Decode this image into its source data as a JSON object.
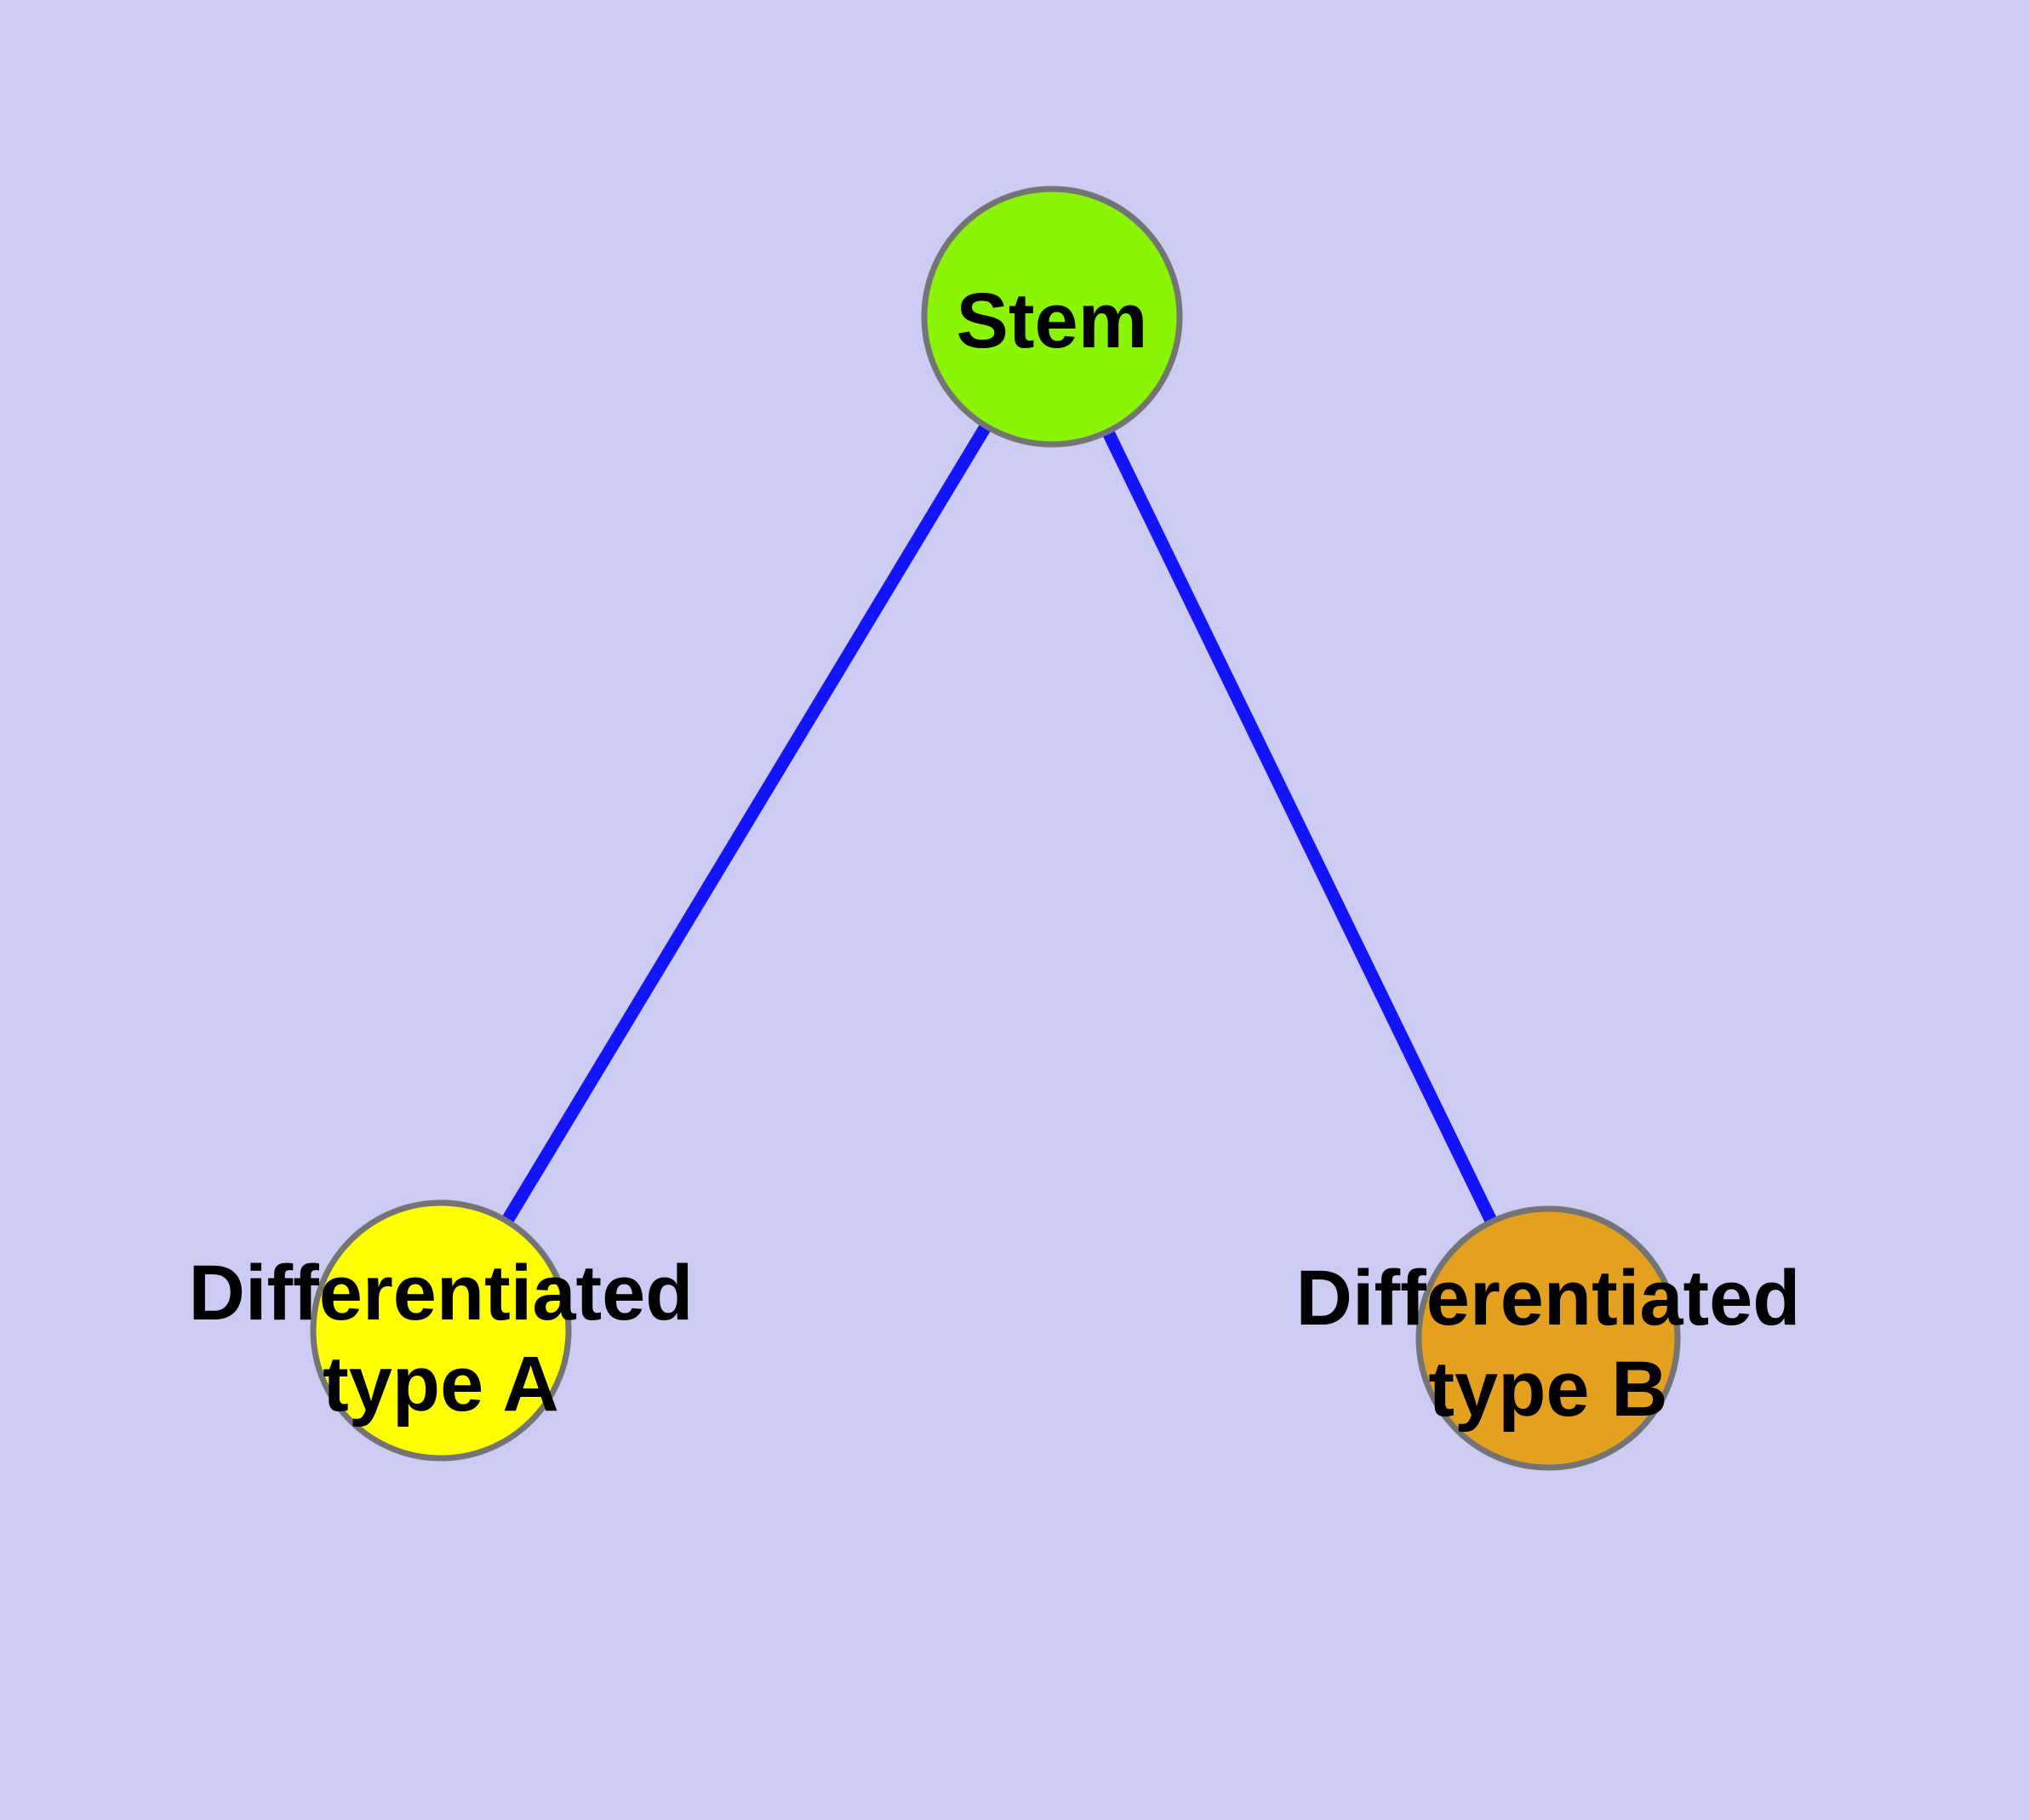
{
  "diagram": {
    "type": "graph",
    "description": "Cell differentiation tree: a stem cell node branching into two differentiated cell type nodes",
    "colors": {
      "background": "#cbcbf4",
      "edge": "#1414fb",
      "node_border": "#747474",
      "label_text": "#000000"
    },
    "nodes": [
      {
        "id": "stem",
        "label": "Stem",
        "lines": [
          "Stem"
        ],
        "fill": "#89f502"
      },
      {
        "id": "differentiated-type-a",
        "label": "Differentiated type A",
        "lines": [
          "Differentiated",
          "type A"
        ],
        "fill": "#ffff00"
      },
      {
        "id": "differentiated-type-b",
        "label": "Differentiated type B",
        "lines": [
          "Differentiated",
          "type B"
        ],
        "fill": "#e4a01f"
      }
    ],
    "edges": [
      {
        "from": "Stem",
        "to": "Differentiated type A"
      },
      {
        "from": "Stem",
        "to": "Differentiated type B"
      }
    ]
  }
}
